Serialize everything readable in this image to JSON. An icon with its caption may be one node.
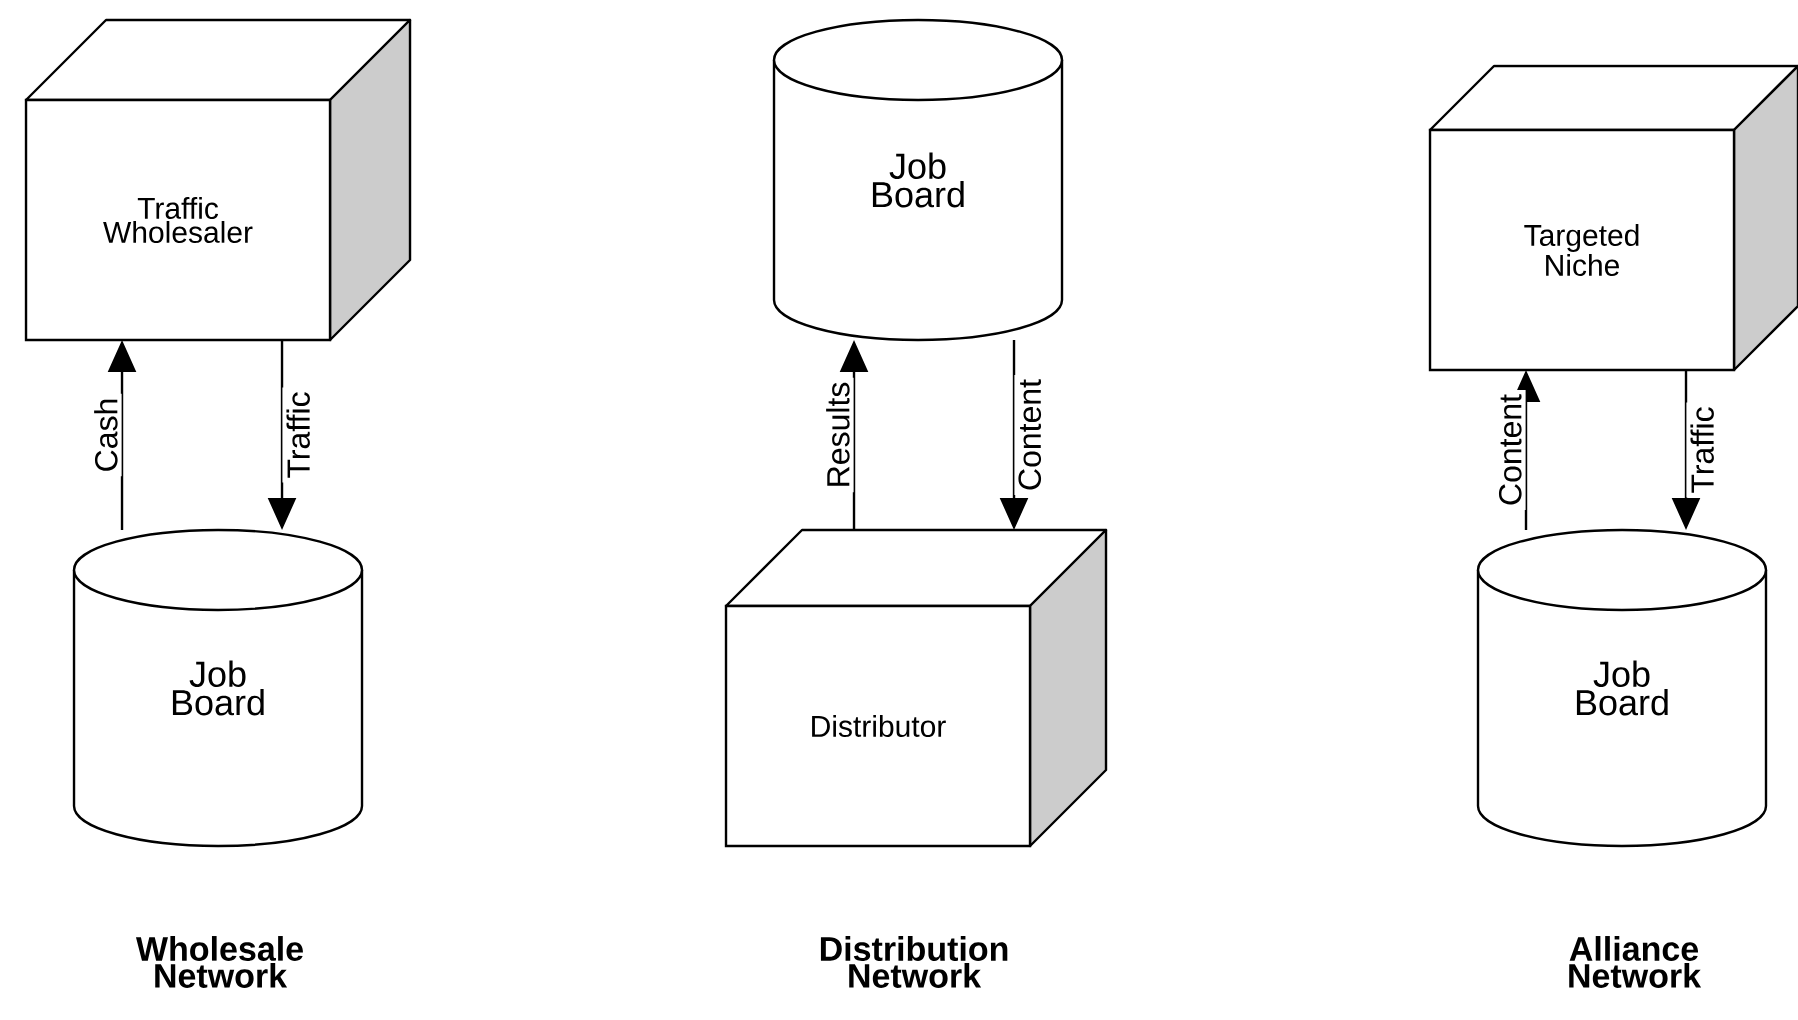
{
  "diagram": {
    "nodes": [
      {
        "text": [
          "Traffic Wholesaler"
        ]
      },
      {
        "text": [
          "Job Board"
        ]
      },
      {
        "text": [
          "Job Board"
        ]
      },
      {
        "text": [
          "Distributor"
        ]
      },
      {
        "text": [
          "Targeted Niche"
        ]
      },
      {
        "text": [
          "Job Board"
        ]
      }
    ],
    "edges": [
      {
        "from": 1,
        "to": 0,
        "arrow": "to",
        "label": "Cash"
      },
      {
        "from": 0,
        "to": 1,
        "arrow": "to",
        "label": "Traffic"
      },
      {
        "from": 3,
        "to": 2,
        "arrow": "to",
        "label": "Results"
      },
      {
        "from": 2,
        "to": 3,
        "arrow": "to",
        "label": "Content"
      },
      {
        "from": 5,
        "to": 4,
        "arrow": "to",
        "label": "Content"
      },
      {
        "from": 4,
        "to": 5,
        "arrow": "to",
        "label": "Traffic"
      }
    ],
    "labels": [
      "Wholesale Network",
      "Distribution Network",
      "Alliance Network"
    ]
  }
}
